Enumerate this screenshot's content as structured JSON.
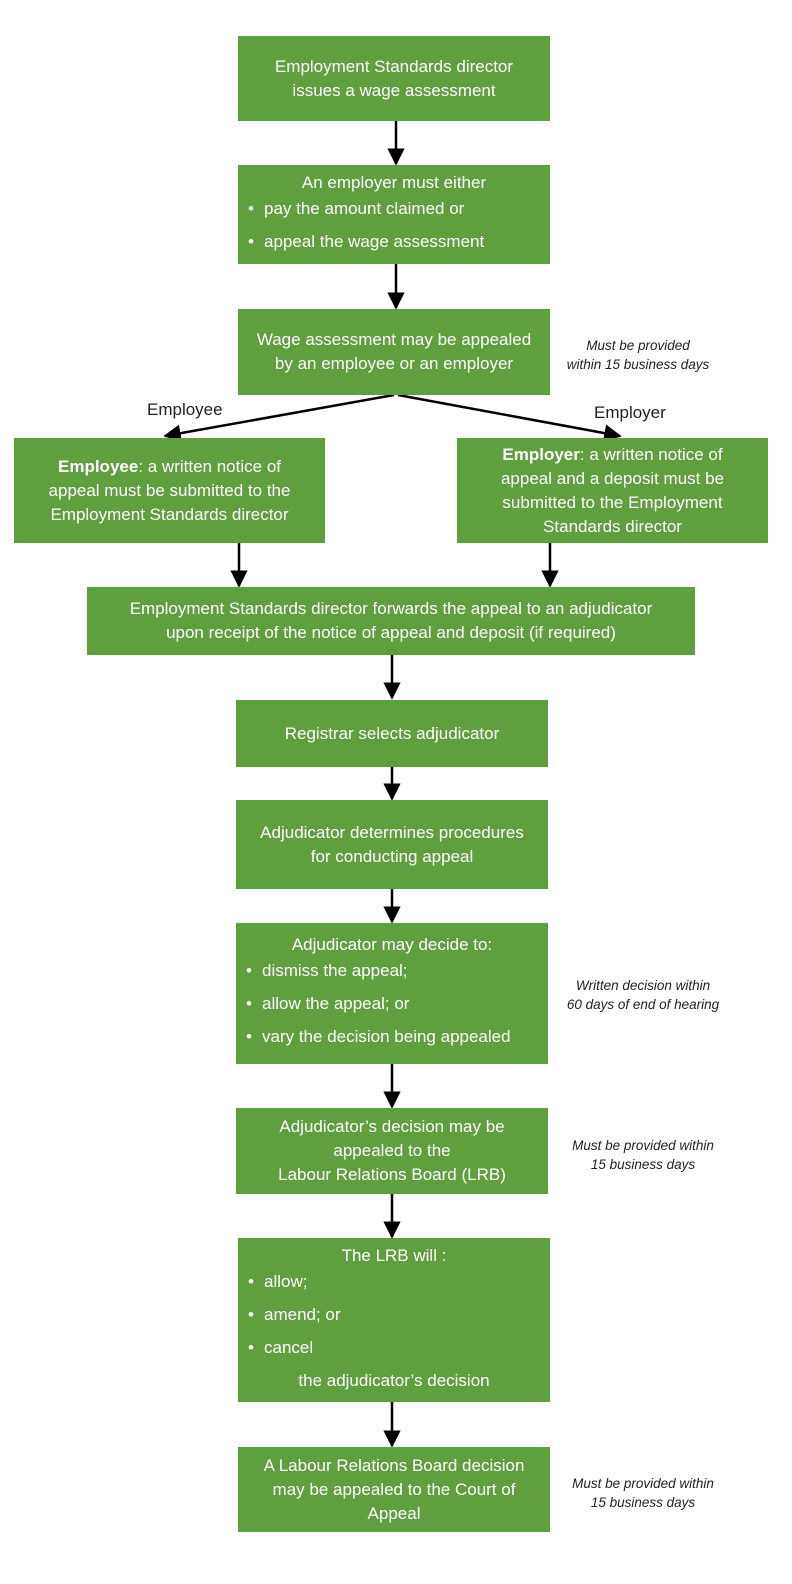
{
  "colors": {
    "box_fill": "#5e9f3e",
    "box_text": "#ffffff",
    "arrow": "#000000",
    "note_text": "#222222"
  },
  "step1": {
    "lines": [
      "Employment Standards director",
      "issues a wage assessment"
    ]
  },
  "step2": {
    "heading": "An employer must either",
    "bullets": [
      "pay the amount claimed or",
      "appeal the wage assessment"
    ]
  },
  "step3": {
    "lines": [
      "Wage assessment may be appealed",
      "by an employee or an employer"
    ]
  },
  "note_appeal_time": {
    "lines": [
      "Must be provided",
      "within 15 business days"
    ]
  },
  "branch_employee": {
    "label": "Employee",
    "bold": "Employee",
    "text": ": a written notice of appeal must be submitted to  the Employment Standards director"
  },
  "branch_employer": {
    "label": "Employer",
    "bold": "Employer",
    "text": ": a written notice of appeal and a deposit must be submitted to the Employment Standards director"
  },
  "step5": {
    "lines": [
      "Employment Standards director forwards the appeal to an adjudicator",
      "upon receipt of the notice of appeal and deposit (if required)"
    ]
  },
  "step6": {
    "lines": [
      "Registrar selects adjudicator"
    ]
  },
  "step7": {
    "lines": [
      "Adjudicator determines procedures",
      "for conducting appeal"
    ]
  },
  "step8": {
    "heading": "Adjudicator may decide to:",
    "bullets": [
      "dismiss the appeal;",
      "allow the appeal; or",
      "vary the decision being appealed"
    ]
  },
  "note_decision_time": {
    "lines": [
      "Written decision within",
      "60 days of end of hearing"
    ]
  },
  "step9": {
    "lines": [
      "Adjudicator’s decision may be",
      "appealed to the",
      "Labour Relations Board (LRB)"
    ]
  },
  "note_lrb_time": {
    "lines": [
      "Must be provided within",
      "15 business days"
    ]
  },
  "step10": {
    "heading": "The LRB will :",
    "bullets": [
      "allow;",
      "amend; or",
      "cancel"
    ],
    "footer": "the adjudicator’s decision"
  },
  "step11": {
    "lines": [
      "A Labour Relations Board decision",
      "may be appealed to the Court of",
      "Appeal"
    ]
  },
  "note_court_time": {
    "lines": [
      "Must be provided within",
      "15 business days"
    ]
  }
}
